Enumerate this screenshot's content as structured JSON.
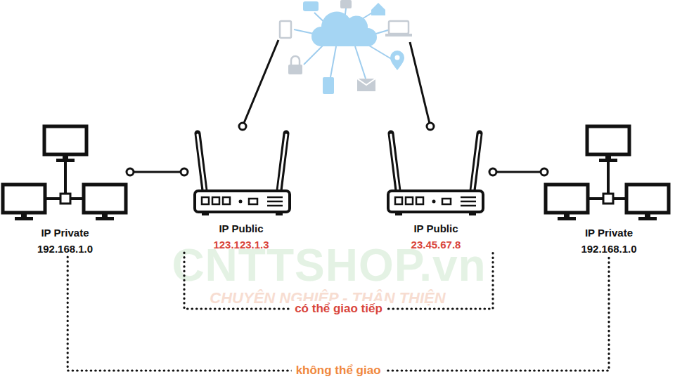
{
  "diagram": {
    "nodes": [
      {
        "text": [
          "IP Private",
          "192.168.1.0"
        ]
      },
      {
        "text": [
          "IP Public",
          "123.123.1.3"
        ]
      },
      {
        "text": [
          "IP Public",
          "23.45.67.8"
        ]
      },
      {
        "text": [
          "IP Private",
          "192.168.1.0"
        ]
      }
    ],
    "edges": [
      {
        "from": 0,
        "to": 1,
        "arrow": "none"
      },
      {
        "from": 2,
        "to": 3,
        "arrow": "none"
      },
      {
        "from": 1,
        "to": 2,
        "label": "có thể giao tiếp",
        "arrow": "none"
      },
      {
        "from": 0,
        "to": 3,
        "label": "không thể giao",
        "arrow": "none"
      }
    ],
    "labels": [
      "CNTTSHOP.vn",
      "CHUYÊN NGHIỆP - THÂN THIỆN"
    ]
  }
}
